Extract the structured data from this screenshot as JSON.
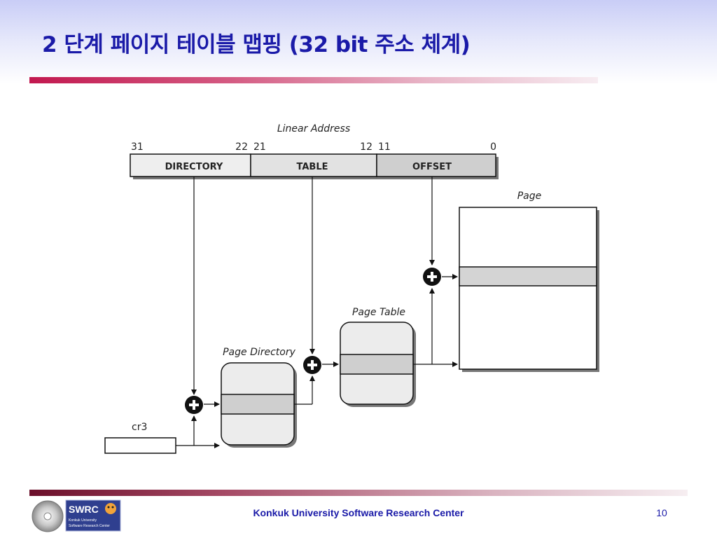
{
  "slide": {
    "title": "2 단계 페이지 테이블 맵핑 (32 bit 주소 체계)",
    "footer": "Konkuk University Software Research Center",
    "page_number": "10"
  },
  "diagram": {
    "linear_address_label": "Linear Address",
    "bit_labels": [
      "31",
      "22",
      "21",
      "12",
      "11",
      "0"
    ],
    "fields": [
      "DIRECTORY",
      "TABLE",
      "OFFSET"
    ],
    "page_label": "Page",
    "page_table_label": "Page Table",
    "page_directory_label": "Page Directory",
    "cr3_label": "cr3"
  },
  "logo": {
    "text": "SWRC",
    "line1": "Konkuk University",
    "line2": "Software Research Center"
  }
}
